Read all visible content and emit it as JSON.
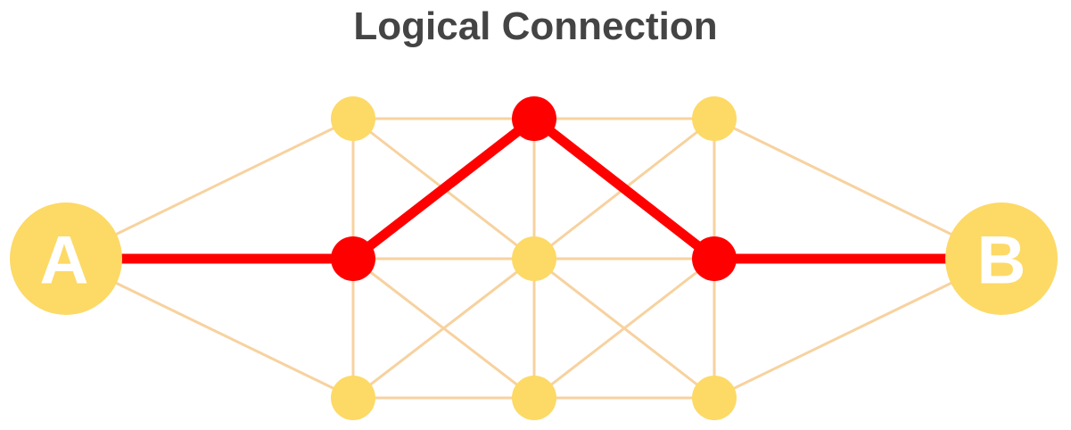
{
  "title": "Logical Connection",
  "endpoints": {
    "a": "A",
    "b": "B"
  },
  "colors": {
    "title": "#444444",
    "node": "#FDD966",
    "link": "#F7D29F",
    "path": "#FF0000",
    "label": "#FFFFFF"
  },
  "path_sequence": [
    "A",
    "mid-left",
    "top-center",
    "mid-right",
    "B"
  ]
}
